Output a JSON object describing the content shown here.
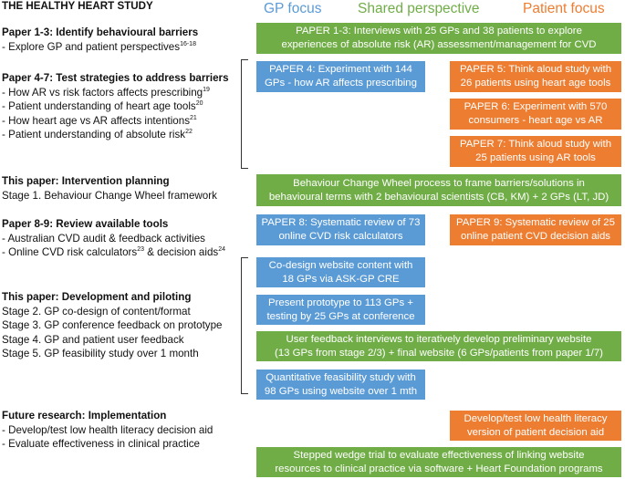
{
  "columns": {
    "gp": {
      "label": "GP focus",
      "color": "#5b9bd5"
    },
    "shared": {
      "label": "Shared perspective",
      "color": "#70ad47"
    },
    "patient": {
      "label": "Patient focus",
      "color": "#ed7d31"
    }
  },
  "colors": {
    "green": "#70ad47",
    "blue": "#5b9bd5",
    "orange": "#ed7d31"
  },
  "left": {
    "title": "THE HEALTHY HEART STUDY",
    "s1": {
      "heading": "Paper 1-3: Identify behavioural barriers",
      "items": [
        {
          "text": "- Explore GP and patient perspectives",
          "sup": "16-18"
        }
      ]
    },
    "s2": {
      "heading": "Paper 4-7: Test strategies to address barriers",
      "items": [
        {
          "text": "- How AR vs risk factors affects prescribing",
          "sup": "19"
        },
        {
          "text": "- Patient understanding of heart age tools",
          "sup": "20"
        },
        {
          "text": "- How heart age vs AR affects intentions",
          "sup": "21"
        },
        {
          "text": "- Patient understanding of absolute risk",
          "sup": "22"
        }
      ]
    },
    "s3": {
      "heading": "This paper: Intervention planning",
      "items": [
        "Stage 1. Behaviour Change Wheel framework"
      ]
    },
    "s4": {
      "heading": "Paper 8-9: Review available tools",
      "item1": "- Australian CVD audit & feedback activities",
      "item2_a": "- Online CVD risk calculators",
      "item2_sup_a": "23",
      "item2_b": " & decision aids",
      "item2_sup_b": "24"
    },
    "s5": {
      "heading": "This paper: Development and piloting",
      "items": [
        "Stage 2. GP co-design of content/format",
        "Stage 3. GP conference feedback on prototype",
        "Stage 4. GP and patient user feedback",
        "Stage 5. GP feasibility study over 1 month"
      ]
    },
    "s6": {
      "heading": "Future research: Implementation",
      "items": [
        "- Develop/test low health literacy decision aid",
        "- Evaluate effectiveness in clinical practice"
      ]
    }
  },
  "boxes": {
    "b1": {
      "lines": [
        "PAPER 1-3: Interviews with 25 GPs and 38 patients to explore",
        "experiences of absolute risk (AR) assessment/management for CVD"
      ]
    },
    "b2": {
      "lines": [
        "PAPER 4: Experiment with 144",
        "GPs - how AR affects prescribing"
      ]
    },
    "b3": {
      "lines": [
        "PAPER 5: Think aloud study with",
        "26 patients using heart age tools"
      ]
    },
    "b4": {
      "lines": [
        "PAPER 6: Experiment with 570",
        "consumers - heart age vs AR"
      ]
    },
    "b5": {
      "lines": [
        "PAPER 7: Think aloud study with",
        "25 patients using AR tools"
      ]
    },
    "b6": {
      "lines": [
        "Behaviour Change Wheel process to frame barriers/solutions in",
        "behavioural terms with 2 behavioural scientists (CB, KM) + 2 GPs (LT, JD)"
      ]
    },
    "b7": {
      "lines": [
        "PAPER 8: Systematic review of 73",
        "online CVD risk calculators"
      ]
    },
    "b8": {
      "lines": [
        "PAPER 9: Systematic review of 25",
        "online patient CVD decision aids"
      ]
    },
    "b9": {
      "lines": [
        "Co-design website content with",
        "18 GPs via ASK-GP CRE"
      ]
    },
    "b10": {
      "lines": [
        "Present prototype to 113 GPs +",
        "testing by 25 GPs at conference"
      ]
    },
    "b11": {
      "lines": [
        "User feedback interviews to iteratively develop preliminary website",
        "(13 GPs from stage 2/3) + final website (6 GPs/patients from paper 1/7)"
      ]
    },
    "b12": {
      "lines": [
        "Quantitative feasibility study with",
        "98 GPs using website over 1 mth"
      ]
    },
    "b13": {
      "lines": [
        "Develop/test low health literacy",
        "version of patient decision aid"
      ]
    },
    "b14": {
      "lines": [
        "Stepped wedge trial to evaluate effectiveness of linking website",
        "resources to clinical practice via software + Heart Foundation programs"
      ]
    }
  }
}
